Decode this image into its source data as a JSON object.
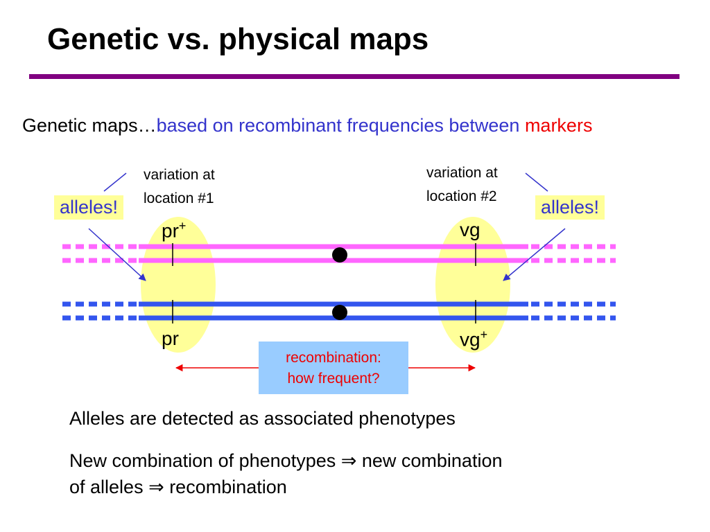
{
  "title": "Genetic vs. physical maps",
  "subtitle": {
    "lead": "Genetic maps…",
    "blue": "based on recombinant frequencies between ",
    "red": "markers"
  },
  "callouts": {
    "left": [
      "variation at",
      "location #1"
    ],
    "right": [
      "variation at",
      "location #2"
    ]
  },
  "alleles_left": "alleles!",
  "alleles_right": "alleles!",
  "genes": {
    "pr_plus_base": "pr",
    "pr_plus_sup": "+",
    "pr": "pr",
    "vg": "vg",
    "vg_plus_base": "vg",
    "vg_plus_sup": "+"
  },
  "recombination": {
    "line1": "recombination:",
    "line2": "how frequent?"
  },
  "body": {
    "line1": "Alleles are detected as associated phenotypes",
    "line2a": "New combination of phenotypes ⇒ new combination",
    "line2b": "of alleles ⇒ recombination"
  },
  "colors": {
    "title_rule": "#800080",
    "pink_chromosome": "#ff66ff",
    "blue_chromosome": "#3355ee",
    "highlight": "#ffff99",
    "arrow_red": "#ee0000",
    "arrow_blue": "#3333cc",
    "recomb_box": "#99ccff"
  }
}
